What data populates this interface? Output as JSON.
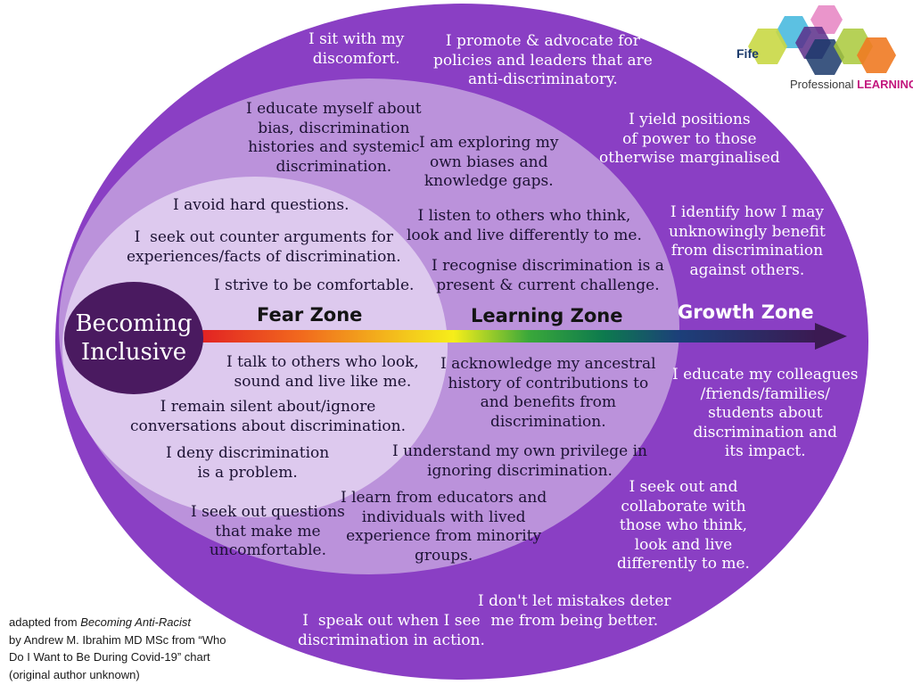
{
  "center_label": "Becoming Inclusive",
  "zones": {
    "fear": "Fear Zone",
    "learning": "Learning Zone",
    "growth": "Growth Zone"
  },
  "fear_statements": [
    "I avoid hard questions.",
    "I  seek out counter arguments for\nexperiences/facts of discrimination.",
    "I strive to be comfortable.",
    "I talk to others who look,\nsound and live like me.",
    "I remain silent about/ignore\nconversations about discrimination.",
    "I deny discrimination\nis a problem."
  ],
  "learning_statements": [
    "I educate myself about\nbias, discrimination\nhistories and systemic\ndiscrimination.",
    "I am exploring my\nown biases and\nknowledge gaps.",
    "I listen to others who think,\nlook and live differently to me.",
    "I recognise discrimination is a\npresent & current challenge.",
    "I acknowledge my ancestral\nhistory of contributions to\nand benefits from\ndiscrimination.",
    "I understand my own privilege in\nignoring discrimination.",
    "I learn from educators and\nindividuals with lived\nexperience from minority\ngroups.",
    "I seek out questions\nthat make me\nuncomfortable."
  ],
  "growth_statements": [
    "I sit with my\ndiscomfort.",
    "I promote & advocate for\npolicies and leaders that are\nanti-discriminatory.",
    "I yield positions\nof power to those\notherwise marginalised",
    "I identify how I may\nunknowingly benefit\nfrom discrimination\nagainst others.",
    "I educate my colleagues\n/friends/families/\nstudents about\ndiscrimination and\nits impact.",
    "I seek out and\ncollaborate with\nthose who think,\nlook and live\ndifferently to me.",
    "I don't let mistakes deter\nme from being better.",
    "I  speak out when I see\ndiscrimination in action."
  ],
  "attribution": {
    "line1_prefix": "adapted from ",
    "line1_title": "Becoming Anti-Racist",
    "rest": "by Andrew M. Ibrahim MD MSc from “Who\nDo I Want to Be During Covid-19” chart\n(original author unknown)"
  },
  "logo": {
    "name": "Fife",
    "tagline_prefix": "Professional ",
    "tagline_emphasis": "LEARNING"
  },
  "colors": {
    "outer_zone": "#8a3fc4",
    "middle_zone": "#bb92db",
    "inner_zone": "#ddc9ee",
    "center": "#4a1a60",
    "arrow_head": "#3b1a52"
  }
}
